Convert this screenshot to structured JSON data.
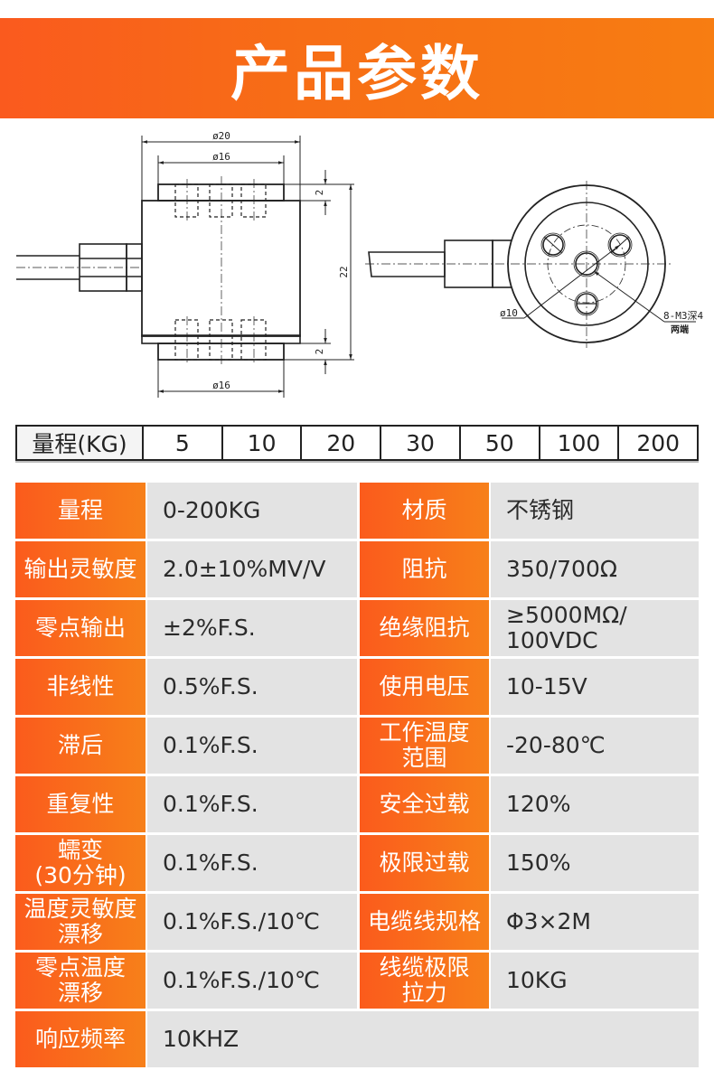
{
  "banner": {
    "title": "产品参数",
    "gradient_start": "#fa5a1e",
    "gradient_end": "#f77d12"
  },
  "drawing": {
    "side_view": {
      "dim_outer_diameter": "ø20",
      "dim_top_flange_diameter": "ø16",
      "dim_bottom_flange_diameter": "ø16",
      "dim_top_flange_height": "2",
      "dim_bottom_flange_height": "2",
      "dim_total_height": "22"
    },
    "end_view": {
      "dim_bolt_circle": "ø10",
      "thread_note": "8-M3深4",
      "thread_note_sub": "两端"
    }
  },
  "range_table": {
    "header": "量程(KG)",
    "values": [
      "5",
      "10",
      "20",
      "30",
      "50",
      "100",
      "200"
    ]
  },
  "specs": {
    "label_color_start": "#fb5b1c",
    "label_color_end": "#f7801a",
    "value_bg": "#e3e3e3",
    "rows": [
      {
        "l1": "量程",
        "v1": "0-200KG",
        "l2": "材质",
        "v2": "不锈钢"
      },
      {
        "l1": "输出灵敏度",
        "v1": "2.0±10%MV/V",
        "l2": "阻抗",
        "v2": "350/700Ω"
      },
      {
        "l1": "零点输出",
        "v1": "±2%F.S.",
        "l2": "绝缘阻抗",
        "v2": "≥5000MΩ/\n100VDC"
      },
      {
        "l1": "非线性",
        "v1": "0.5%F.S.",
        "l2": "使用电压",
        "v2": "10-15V"
      },
      {
        "l1": "滞后",
        "v1": "0.1%F.S.",
        "l2": "工作温度\n范围",
        "v2": "-20-80℃"
      },
      {
        "l1": "重复性",
        "v1": "0.1%F.S.",
        "l2": "安全过载",
        "v2": "120%"
      },
      {
        "l1": "蠕变\n(30分钟)",
        "v1": "0.1%F.S.",
        "l2": "极限过载",
        "v2": "150%"
      },
      {
        "l1": "温度灵敏度\n漂移",
        "v1": "0.1%F.S./10℃",
        "l2": "电缆线规格",
        "v2": "Φ3×2M"
      },
      {
        "l1": "零点温度\n漂移",
        "v1": "0.1%F.S./10℃",
        "l2": "线缆极限\n拉力",
        "v2": "10KG"
      }
    ],
    "last_row": {
      "l1": "响应频率",
      "v1": "10KHZ"
    }
  }
}
